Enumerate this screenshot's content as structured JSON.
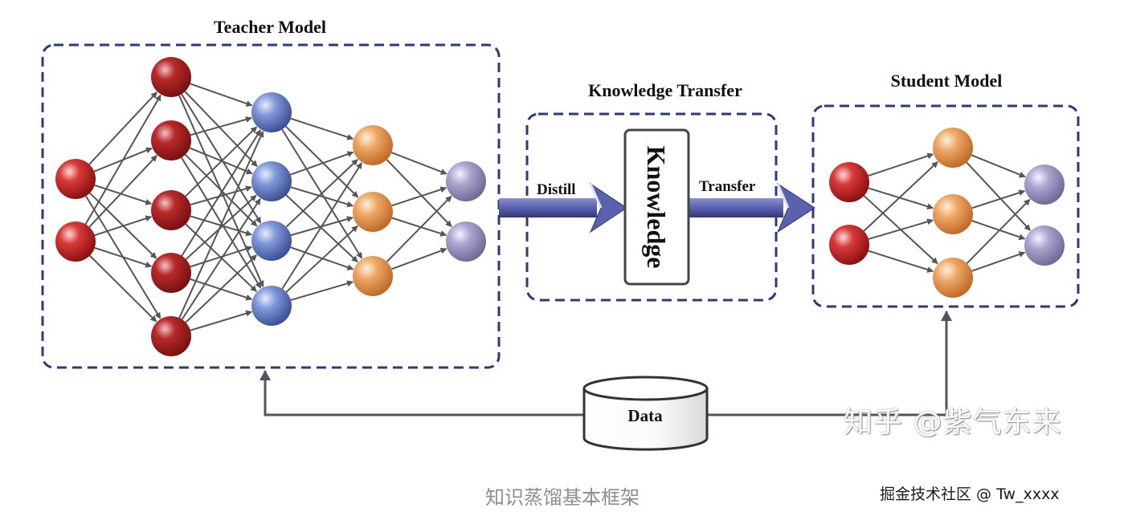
{
  "teacher": {
    "title": "Teacher Model",
    "layers": [
      2,
      5,
      4,
      3,
      2
    ]
  },
  "transfer": {
    "title": "Knowledge Transfer",
    "distill_label": "Distill",
    "knowledge_label": "Knowledge",
    "transfer_label": "Transfer"
  },
  "student": {
    "title": "Student Model",
    "layers": [
      2,
      3,
      2
    ]
  },
  "data": {
    "label": "Data"
  },
  "caption": "知识蒸馏基本框架",
  "credit": "掘金技术社区 @ Tw_xxxx",
  "watermark": "知乎 @紫气东来",
  "colors": {
    "frame": "#2b3b7a",
    "arrow": "#5a5fa8",
    "edge": "#555555",
    "layer_colors": [
      "#c81e1e",
      "#c81e1e",
      "#4a62b0",
      "#e0853a",
      "#8f8aae"
    ],
    "student_layer_colors": [
      "#c81e1e",
      "#e0853a",
      "#8f8aae"
    ]
  }
}
